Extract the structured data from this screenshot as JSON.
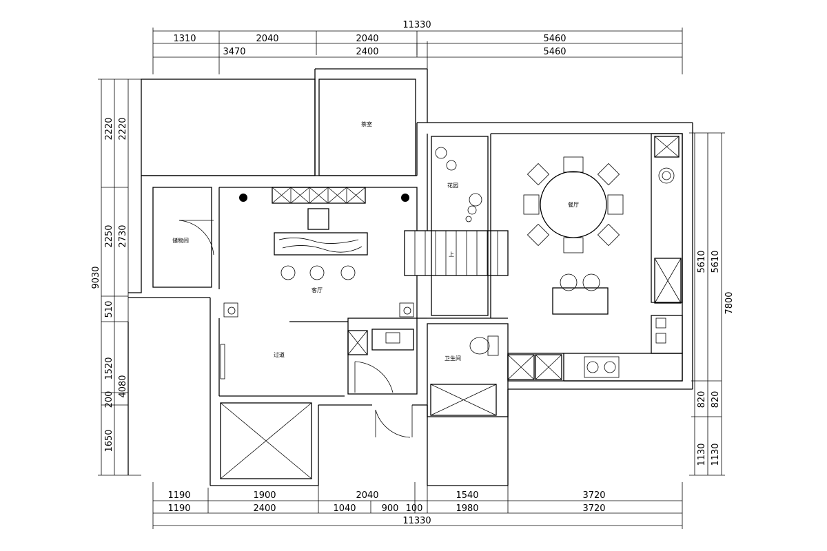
{
  "dimensions": {
    "top_total": "11330",
    "top_row1": [
      "1310",
      "2040",
      "2040",
      "5460"
    ],
    "top_row2": [
      "3470",
      "2400",
      "5460"
    ],
    "bottom_row1": [
      "1190",
      "1900",
      "2040",
      "1540",
      "3720"
    ],
    "bottom_row2": [
      "1190",
      "2400",
      "1040",
      "900",
      "100",
      "1980",
      "3720"
    ],
    "bottom_total": "11330",
    "left_total": "9030",
    "left_outer": [
      "2220",
      "2250",
      "510",
      "1520",
      "200",
      "1650"
    ],
    "left_inner": [
      "2220",
      "2730",
      "4080"
    ],
    "right_inner": [
      "5610",
      "820",
      "1130"
    ],
    "right_outer": [
      "5610",
      "820",
      "1130"
    ],
    "right_total": "7800"
  },
  "rooms": {
    "top_middle": "茶室",
    "left_small": "储物间",
    "living": "客厅",
    "lower_hall": "过道",
    "bathroom": "卫生间",
    "dining": "餐厅",
    "terrace": "花园",
    "stairs": "上"
  }
}
